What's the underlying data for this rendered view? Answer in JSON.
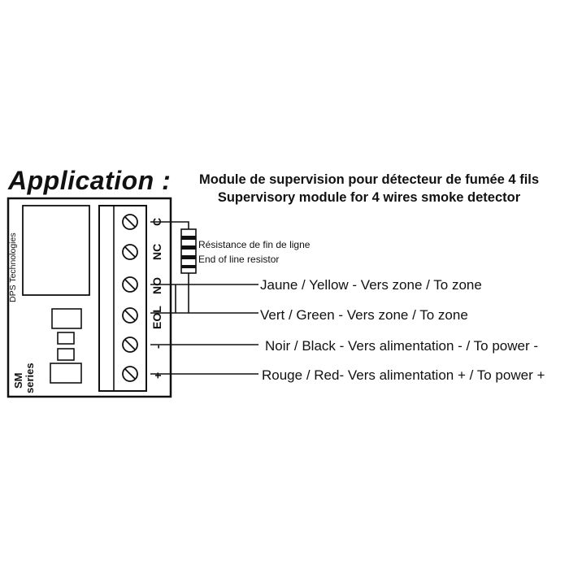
{
  "title": "Application :",
  "subtitle_fr": "Module de supervision pour détecteur de fumée 4 fils",
  "subtitle_en": "Supervisory module for 4 wires smoke detector",
  "module": {
    "brand": "DPS Technologies",
    "series_line1": "SM",
    "series_line2": "series"
  },
  "terminals": [
    {
      "label": "C"
    },
    {
      "label": "NC"
    },
    {
      "label": "NO"
    },
    {
      "label": "EOL"
    },
    {
      "label": "-"
    },
    {
      "label": "+"
    }
  ],
  "resistor": {
    "label_fr": "Résistance de fin de ligne",
    "label_en": "End of line resistor"
  },
  "wires": [
    {
      "terminal": "NO",
      "label": "Jaune / Yellow - Vers zone / To zone"
    },
    {
      "terminal": "EOL",
      "label": "Vert / Green - Vers zone / To zone"
    },
    {
      "terminal": "-",
      "label": "Noir / Black - Vers alimentation - / To power -"
    },
    {
      "terminal": "+",
      "label": "Rouge / Red- Vers alimentation + / To power +"
    }
  ]
}
